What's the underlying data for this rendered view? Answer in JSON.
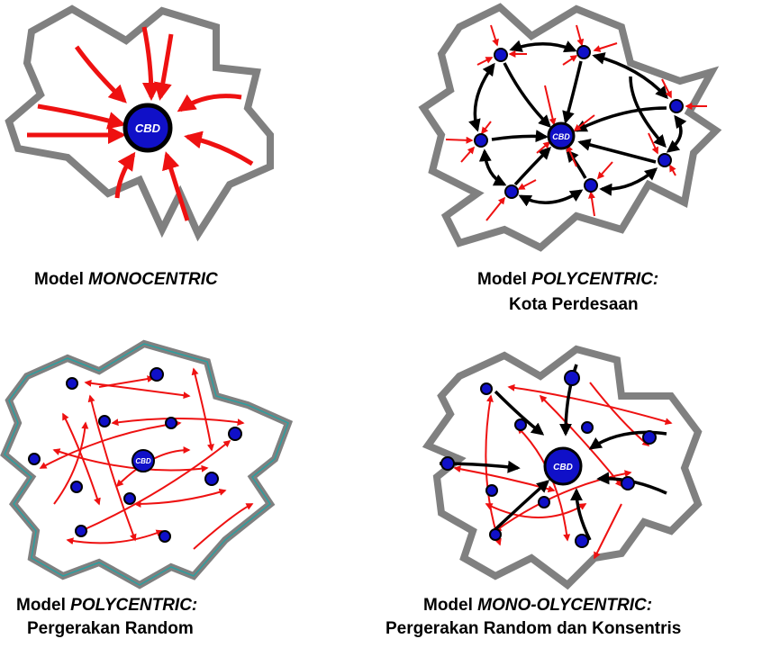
{
  "center_label": "CBD",
  "colors": {
    "boundary": "#808080",
    "boundary_edge": "#2aa0a0",
    "node": "#1010c8",
    "red_arrow": "#ee1111",
    "black_arrow": "#000000"
  },
  "panels": [
    {
      "id": "monocentric",
      "caption_prefix": "Model ",
      "caption_emph": "MONOCENTRIC",
      "caption_line2": ""
    },
    {
      "id": "polycentric-rural",
      "caption_prefix": "Model ",
      "caption_emph": "POLYCENTRIC:",
      "caption_line2": "Kota Perdesaan"
    },
    {
      "id": "polycentric-random",
      "caption_prefix": "Model ",
      "caption_emph": "POLYCENTRIC:",
      "caption_line2": "Pergerakan Random"
    },
    {
      "id": "mono-polycentric",
      "caption_prefix": "Model ",
      "caption_emph": "MONO-OLYCENTRIC:",
      "caption_line2": "Pergerakan Random dan Konsentris"
    }
  ]
}
